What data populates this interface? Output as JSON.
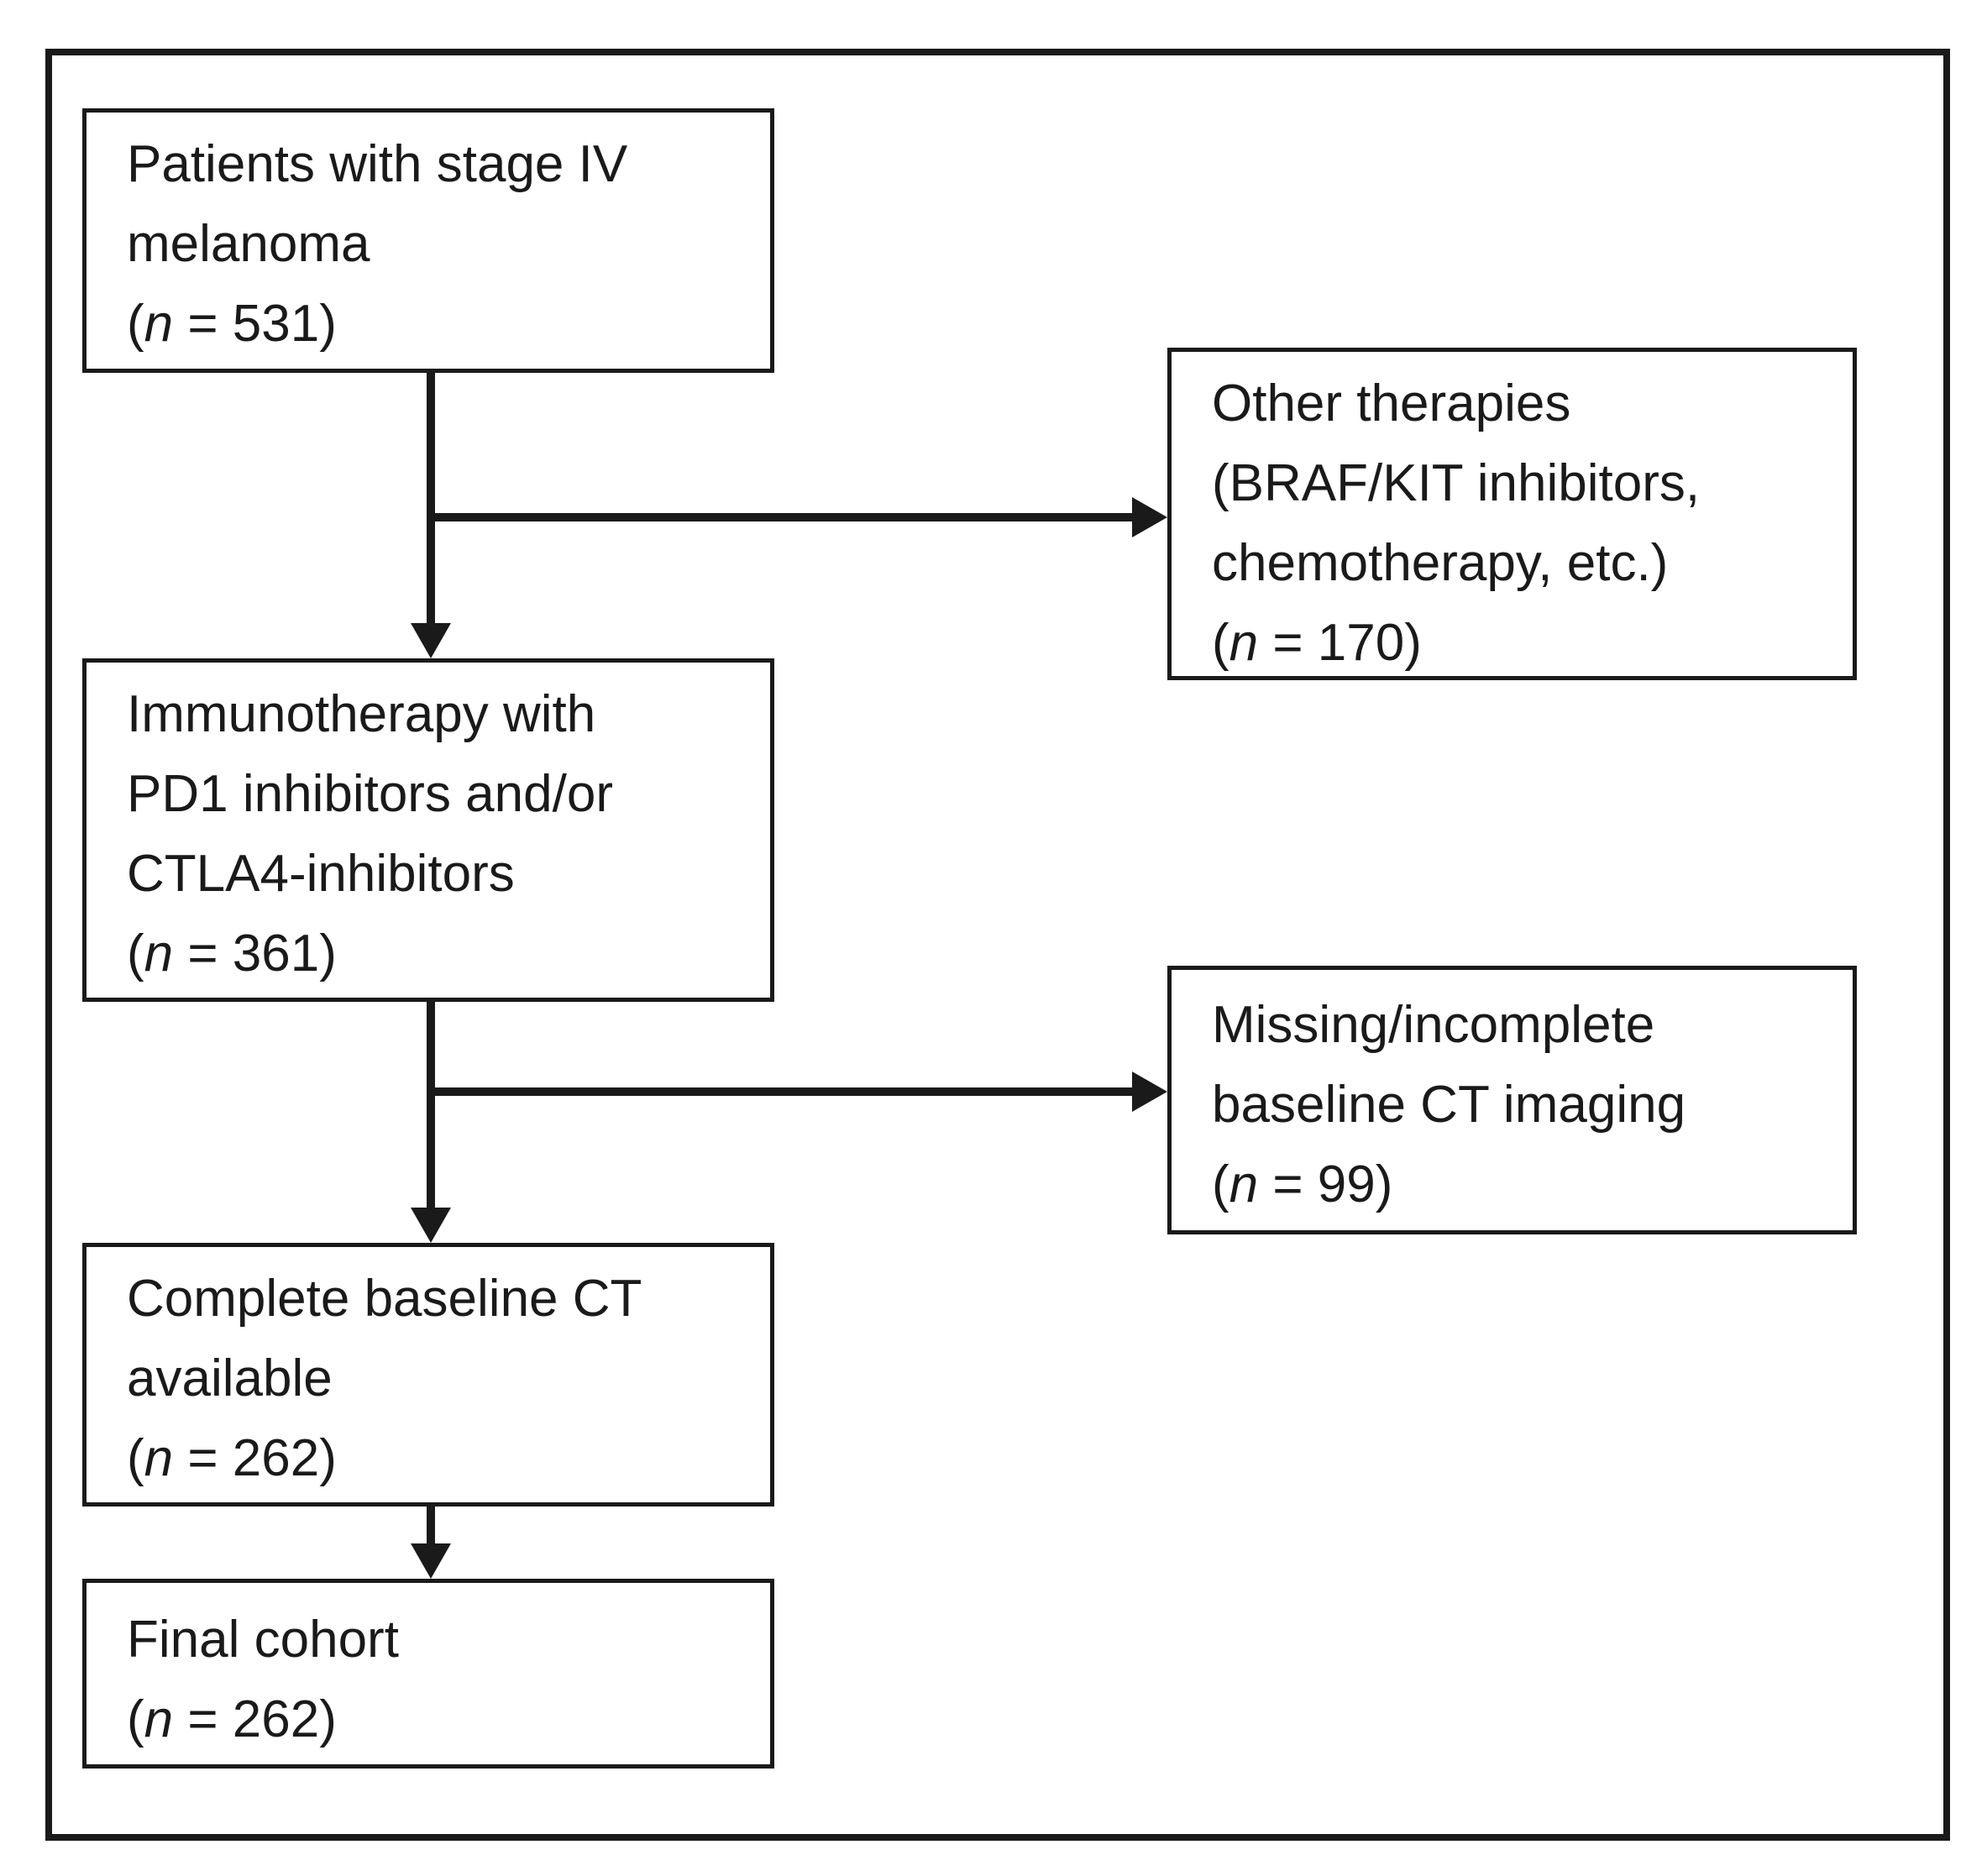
{
  "figure": {
    "type": "patient-flow-diagram",
    "background_color": "#ffffff",
    "line_color": "#1a1a1a",
    "text_color": "#1a1a1a"
  },
  "boxes": {
    "stage_iv": {
      "lines": [
        "Patients with stage IV",
        "melanoma"
      ],
      "n": {
        "pre": "(",
        "var": "n",
        "post": " = 531)"
      }
    },
    "other_therapies": {
      "lines": [
        "Other therapies",
        "(BRAF/KIT inhibitors,",
        "chemotherapy, etc.)"
      ],
      "n": {
        "pre": "(",
        "var": "n",
        "post": " = 170)"
      }
    },
    "immunotherapy": {
      "lines": [
        "Immunotherapy with",
        "PD1 inhibitors and/or",
        "CTLA4-inhibitors"
      ],
      "n": {
        "pre": "(",
        "var": "n",
        "post": " = 361)"
      }
    },
    "missing_ct": {
      "lines": [
        "Missing/incomplete",
        "baseline CT imaging"
      ],
      "n": {
        "pre": "(",
        "var": "n",
        "post": " = 99)"
      }
    },
    "complete_ct": {
      "lines": [
        "Complete baseline CT",
        "available"
      ],
      "n": {
        "pre": "(",
        "var": "n",
        "post": " = 262)"
      }
    },
    "final_cohort": {
      "lines": [
        "Final cohort"
      ],
      "n": {
        "pre": "(",
        "var": "n",
        "post": " = 262)"
      }
    }
  }
}
